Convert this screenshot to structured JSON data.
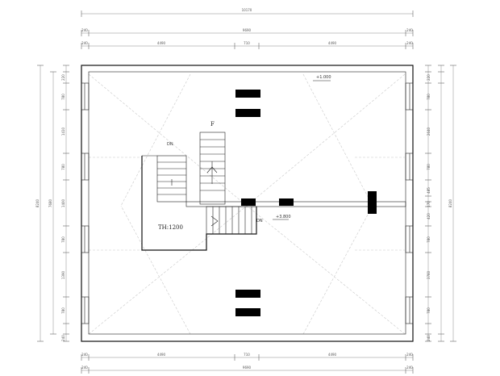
{
  "dimensions": {
    "top": {
      "overall": "10170",
      "inner": "9690",
      "segments": [
        "240",
        "4490",
        "710",
        "4490",
        "240"
      ],
      "edges": [
        "240",
        "240"
      ]
    },
    "bottom": {
      "segments": [
        "240",
        "4490",
        "710",
        "4490",
        "240"
      ],
      "inner": "9690"
    },
    "left": {
      "overall": "8240",
      "inner": "7680",
      "segments": [
        "220",
        "780",
        "1410",
        "780",
        "1400",
        "780",
        "1390",
        "780",
        "240"
      ]
    },
    "right": {
      "overall": "8240",
      "segments": [
        "220",
        "780",
        "2640",
        "780",
        "485",
        "170",
        "420",
        "780",
        "3760",
        "780",
        "240"
      ]
    }
  },
  "labels": {
    "elevation_top": "+1.000",
    "elevation_mid": "+3.800",
    "stair_up": "F",
    "stair_dn": "DN",
    "stair_dn2": "DN",
    "stairwell": "TH:1200"
  }
}
